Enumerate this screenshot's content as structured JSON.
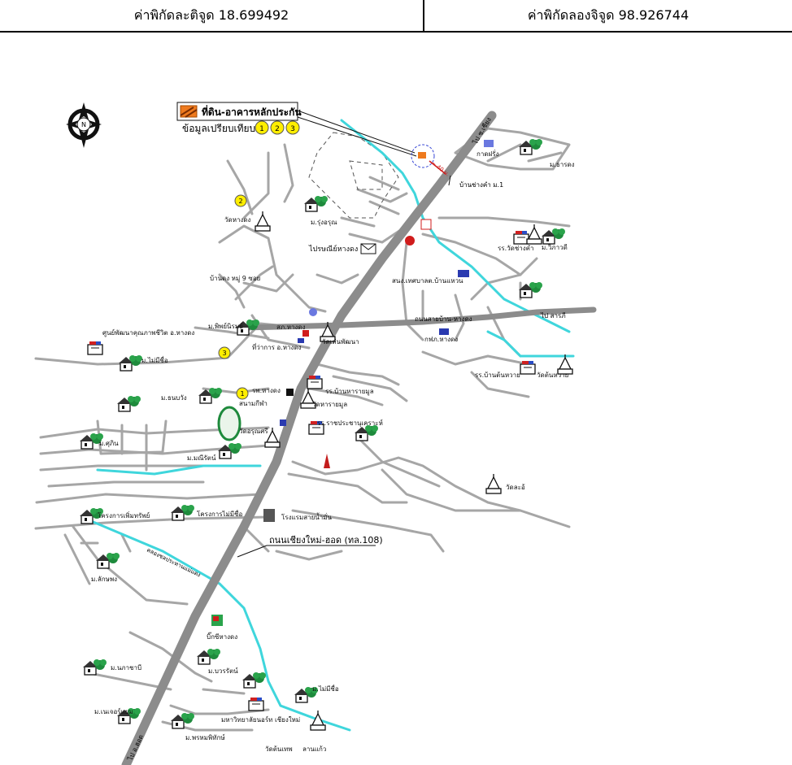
{
  "header": {
    "latitude": "ค่าพิกัดละติจูด 18.699492",
    "longitude": "ค่าพิกัดลองจิจูด 98.926744"
  },
  "legend": {
    "subject_label": "ที่ดิน-อาคารหลักประกัน",
    "comparison_label": "ข้อมูลเปรียบเทียบ",
    "comparison_numbers": [
      "1",
      "2",
      "3"
    ]
  },
  "compass": {
    "label": "N"
  },
  "map": {
    "distance_label": "~ 40 ม.",
    "main_road_label": "ถนนเชียงใหม่-ฮอด (ทล.108)",
    "road_labels": {
      "to_chiangmai": "ไป ช.เชียง",
      "to_hot": "ไป อ.ฮอด",
      "to_saraphi": "ไป สารภี",
      "secondary_road": "ถนนสายบ้าน-หางดง",
      "canal": "คลองชลประทานแม่แตง"
    },
    "places": [
      {
        "id": "ban-chang-kham",
        "label": "บ้านช่างคำ ม.1"
      },
      {
        "id": "kad-farang",
        "label": "กาดฝรั่ง"
      },
      {
        "id": "m-nanthaphon",
        "label": "ม.ธารดง"
      },
      {
        "id": "wat-ban-chang-kham-school",
        "label": "รร.วัดช่างคำ"
      },
      {
        "id": "m-wisanwiw",
        "label": "ม.วิภาวดี"
      },
      {
        "id": "wat-hang-dong",
        "label": "วัดหางดง"
      },
      {
        "id": "m-rungarun",
        "label": "ม.รุ่งอรุณ"
      },
      {
        "id": "post-office",
        "label": "ไปรษณีย์หางดง"
      },
      {
        "id": "ban-dong",
        "label": "บ้านดง หมู่ 9 ซอย"
      },
      {
        "id": "municipal-hall",
        "label": "ที่ว่าการ อ.หางดง"
      },
      {
        "id": "hang-dong-police",
        "label": "สภ.หางดง"
      },
      {
        "id": "wat-phae-ngam",
        "label": "วัดเด่นพัฒนา"
      },
      {
        "id": "tessaban-office",
        "label": "สนง.เทศบาลต.บ้านแหวน"
      },
      {
        "id": "pea-hang-dong",
        "label": "กฟภ.หางดง"
      },
      {
        "id": "m-phaiyaporn",
        "label": "ม.พิพย์นิรมย์"
      },
      {
        "id": "quality-center",
        "label": "ศูนย์พัฒนาคุณภาพชีวิต อ.หางดง"
      },
      {
        "id": "m-mai-mi-chue-1",
        "label": "ม.ไม่มีชื่อ"
      },
      {
        "id": "ban-tam-school",
        "label": "รร.บ้านหารายมูล"
      },
      {
        "id": "wat-tha-saimun",
        "label": "วัดหารายมูล"
      },
      {
        "id": "hospital",
        "label": "รพ.หางดง"
      },
      {
        "id": "stadium",
        "label": "สนามกีฬา"
      },
      {
        "id": "m-ban-tawan",
        "label": "ม.ธนบวัง"
      },
      {
        "id": "rajaprachanukroh",
        "label": "รร.ราชประชานุเคราะห์"
      },
      {
        "id": "wat-khuan-nai",
        "label": "วัดอรุณศรี"
      },
      {
        "id": "m-saphan",
        "label": "ม.ศุภิน"
      },
      {
        "id": "m-mi-chok",
        "label": "ม.มณีรัตน์"
      },
      {
        "id": "wat-ban-paeng-school",
        "label": "รร.บ้านต้นหวาย"
      },
      {
        "id": "wat-ton-wai",
        "label": "วัดต้นหวาย"
      },
      {
        "id": "wat-lo",
        "label": "วัดละอ้"
      },
      {
        "id": "project-pipat",
        "label": "โครงการเพิ่มทรัพย์"
      },
      {
        "id": "project-mai-mi-chue",
        "label": "โครงการไม่มีชื่อ"
      },
      {
        "id": "hotel",
        "label": "โรงแรมสายน้ำมั่น"
      },
      {
        "id": "m-lakphong",
        "label": "ม.ลักษพง"
      },
      {
        "id": "big-c",
        "label": "บิ๊กซีหางดง"
      },
      {
        "id": "m-nakhabi",
        "label": "ม.นภาชาบี"
      },
      {
        "id": "m-boworn",
        "label": "ม.บวรรัตน์"
      },
      {
        "id": "m-mai-mi-chue-2",
        "label": "ม.ไม่มีชื่อ"
      },
      {
        "id": "m-nenchiyam",
        "label": "ม.เนเจอร์แยม"
      },
      {
        "id": "m-phromphithak",
        "label": "ม.พรหมพิทักษ์"
      },
      {
        "id": "mahidol-school",
        "label": "มหาวิทยาลัยนอร์ท เชียงใหม่"
      },
      {
        "id": "wat-tin-thep",
        "label": "วัดต้นเทพ"
      },
      {
        "id": "wat-sarnkaew",
        "label": "ลานแก้ว"
      }
    ]
  },
  "colors": {
    "road": "#9a9a9a",
    "minor_road": "#a6a6a6",
    "canal": "#3fd6dc",
    "subject_marker": "#ee7a1e",
    "comparison_marker": "#ffee00",
    "distance": "#d01c1c",
    "tree": "#1e8a3c"
  }
}
